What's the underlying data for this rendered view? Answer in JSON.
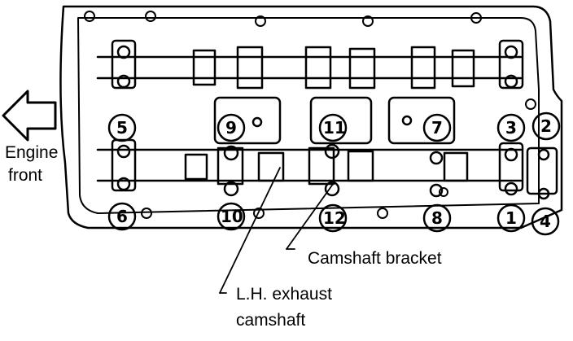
{
  "labels": {
    "engine": "Engine",
    "front": "front",
    "camshaft_bracket": "Camshaft bracket",
    "lh_exhaust": "L.H. exhaust",
    "camshaft": "camshaft"
  },
  "sequence": [
    "1",
    "2",
    "3",
    "4",
    "5",
    "6",
    "7",
    "8",
    "9",
    "10",
    "11",
    "12"
  ],
  "colors": {
    "ink": "#000000",
    "paper": "#ffffff"
  }
}
